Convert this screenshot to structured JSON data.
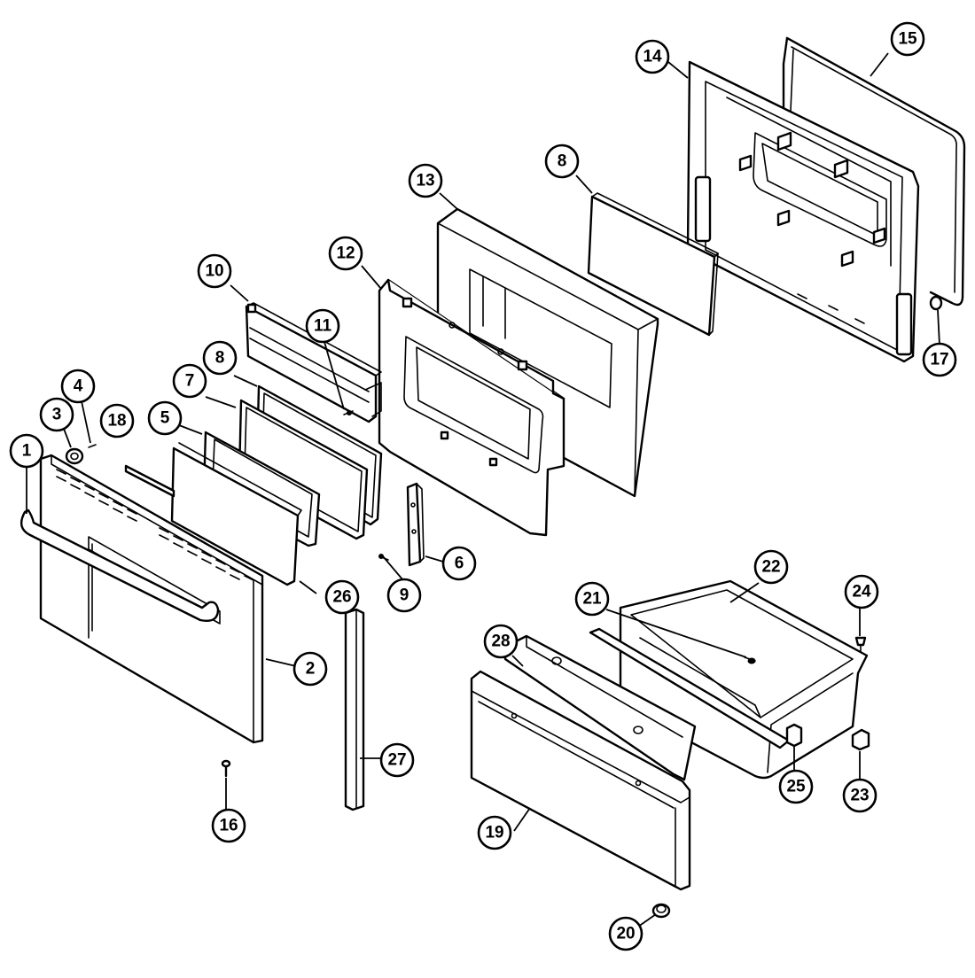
{
  "callouts": [
    {
      "id": "c1",
      "label": "1"
    },
    {
      "id": "c2",
      "label": "2"
    },
    {
      "id": "c3",
      "label": "3"
    },
    {
      "id": "c4",
      "label": "4"
    },
    {
      "id": "c5",
      "label": "5"
    },
    {
      "id": "c6",
      "label": "6"
    },
    {
      "id": "c7",
      "label": "7"
    },
    {
      "id": "c8a",
      "label": "8"
    },
    {
      "id": "c8b",
      "label": "8"
    },
    {
      "id": "c9",
      "label": "9"
    },
    {
      "id": "c10",
      "label": "10"
    },
    {
      "id": "c11",
      "label": "11"
    },
    {
      "id": "c12",
      "label": "12"
    },
    {
      "id": "c13",
      "label": "13"
    },
    {
      "id": "c14",
      "label": "14"
    },
    {
      "id": "c15",
      "label": "15"
    },
    {
      "id": "c16",
      "label": "16"
    },
    {
      "id": "c17",
      "label": "17"
    },
    {
      "id": "c18",
      "label": "18"
    },
    {
      "id": "c19",
      "label": "19"
    },
    {
      "id": "c20",
      "label": "20"
    },
    {
      "id": "c21",
      "label": "21"
    },
    {
      "id": "c22",
      "label": "22"
    },
    {
      "id": "c23",
      "label": "23"
    },
    {
      "id": "c24",
      "label": "24"
    },
    {
      "id": "c25",
      "label": "25"
    },
    {
      "id": "c26",
      "label": "26"
    },
    {
      "id": "c27",
      "label": "27"
    },
    {
      "id": "c28",
      "label": "28"
    }
  ]
}
